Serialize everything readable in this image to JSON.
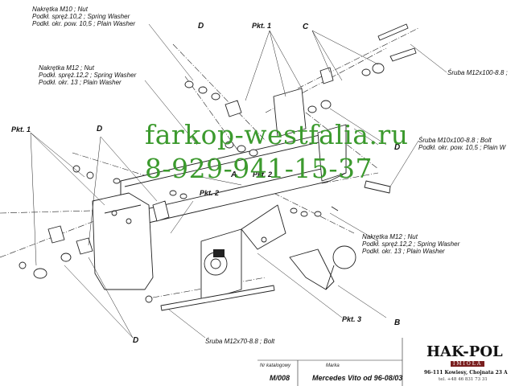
{
  "watermark": {
    "line1": "farkop-westfalia.ru",
    "line2": "8-929-941-15-37",
    "color": "#3c9a2e"
  },
  "labels": {
    "nut_m10": [
      "Nakrętka  M10 ; Nut",
      "Podkł. spręż.10,2 ; Spring Washer",
      "Podkł. okr. pow. 10,5 ; Plain Washer"
    ],
    "nut_m12_left": [
      "Nakrętka  M12 ; Nut",
      "Podkł. spręż.12,2 ; Spring Washer",
      "Podkł. okr. 13 ; Plain Washer"
    ],
    "nut_m12_right": [
      "Nakrętka  M12 ; Nut",
      "Podkł. spręż.12,2 ; Spring Washer",
      "Podkł. okr. 13 ; Plain Washer"
    ],
    "bolt_m12x100": "Śruba M12x100-8.8 ;",
    "bolt_m10x100": [
      "Śruba M10x100-8.8 ;  Bolt",
      "Podkł. okr. pow. 10,5 ; Plain W"
    ],
    "bolt_m12x70": "Śruba M12x70-8.8 ;  Bolt"
  },
  "callouts": {
    "pkt1_top": "Pkt. 1",
    "pkt1_left": "Pkt. 1",
    "pkt2_center": "Pkt. 2",
    "pkt2_left": "Pkt. 2",
    "pkt3": "Pkt. 3",
    "d_top": "D",
    "c_top": "C",
    "d_right": "D",
    "d_mid": "D",
    "d_bottom": "D",
    "a": "A",
    "b": "B"
  },
  "footer": {
    "catalog_label": "Nr katalogowy",
    "catalog_value": "M/008",
    "brand_label": "Marka",
    "brand_value": "Mercedes Vito   od  96-08/03"
  },
  "company": {
    "name": "HAK-POL",
    "city": "IMIOŁA",
    "address": "96-111 Kowiesy, Chojnata 23 A",
    "phone": "tel. +48 46 831 73 31",
    "accent": "#7a1f1f"
  }
}
